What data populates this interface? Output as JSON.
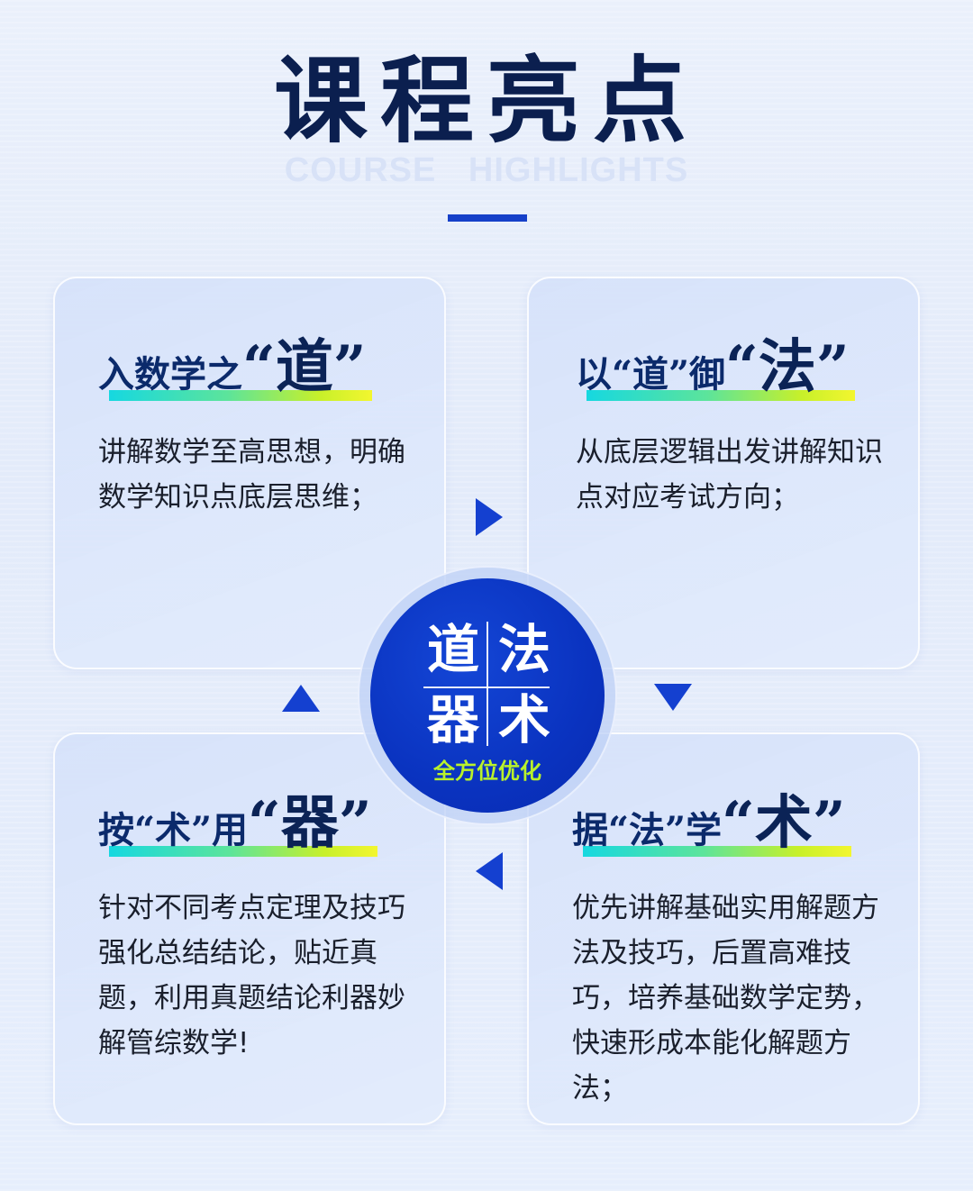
{
  "header": {
    "title": "课程亮点",
    "subtitle": "COURSE HIGHLIGHTS"
  },
  "cards": [
    {
      "head_prefix": "入数学之",
      "head_big": "“道”",
      "body": "讲解数学至高思想，明确数学知识点底层思维；"
    },
    {
      "head_prefix": "以“道”御",
      "head_big": "“法”",
      "body": "从底层逻辑出发讲解知识点对应考试方向；"
    },
    {
      "head_prefix": "按“术”用",
      "head_big": "“器”",
      "body": "针对不同考点定理及技巧强化总结结论，贴近真题，利用真题结论利器妙解管综数学!"
    },
    {
      "head_prefix": "据“法”学",
      "head_big": "“术”",
      "body": "优先讲解基础实用解题方法及技巧，后置高难技巧，培养基础数学定势，快速形成本能化解题方法；"
    }
  ],
  "center": {
    "chars": [
      "道",
      "法",
      "器",
      "术"
    ],
    "label": "全方位优化"
  },
  "colors": {
    "accent": "#1440d0",
    "title": "#0b1f4f",
    "center_label": "#b9f22b",
    "highlight_gradient": [
      "#16d8e0",
      "#5ce49b",
      "#c7f02a",
      "#f3f62f"
    ]
  },
  "icons": [
    "arrow-right-icon",
    "arrow-down-icon",
    "arrow-left-icon",
    "arrow-up-icon"
  ]
}
